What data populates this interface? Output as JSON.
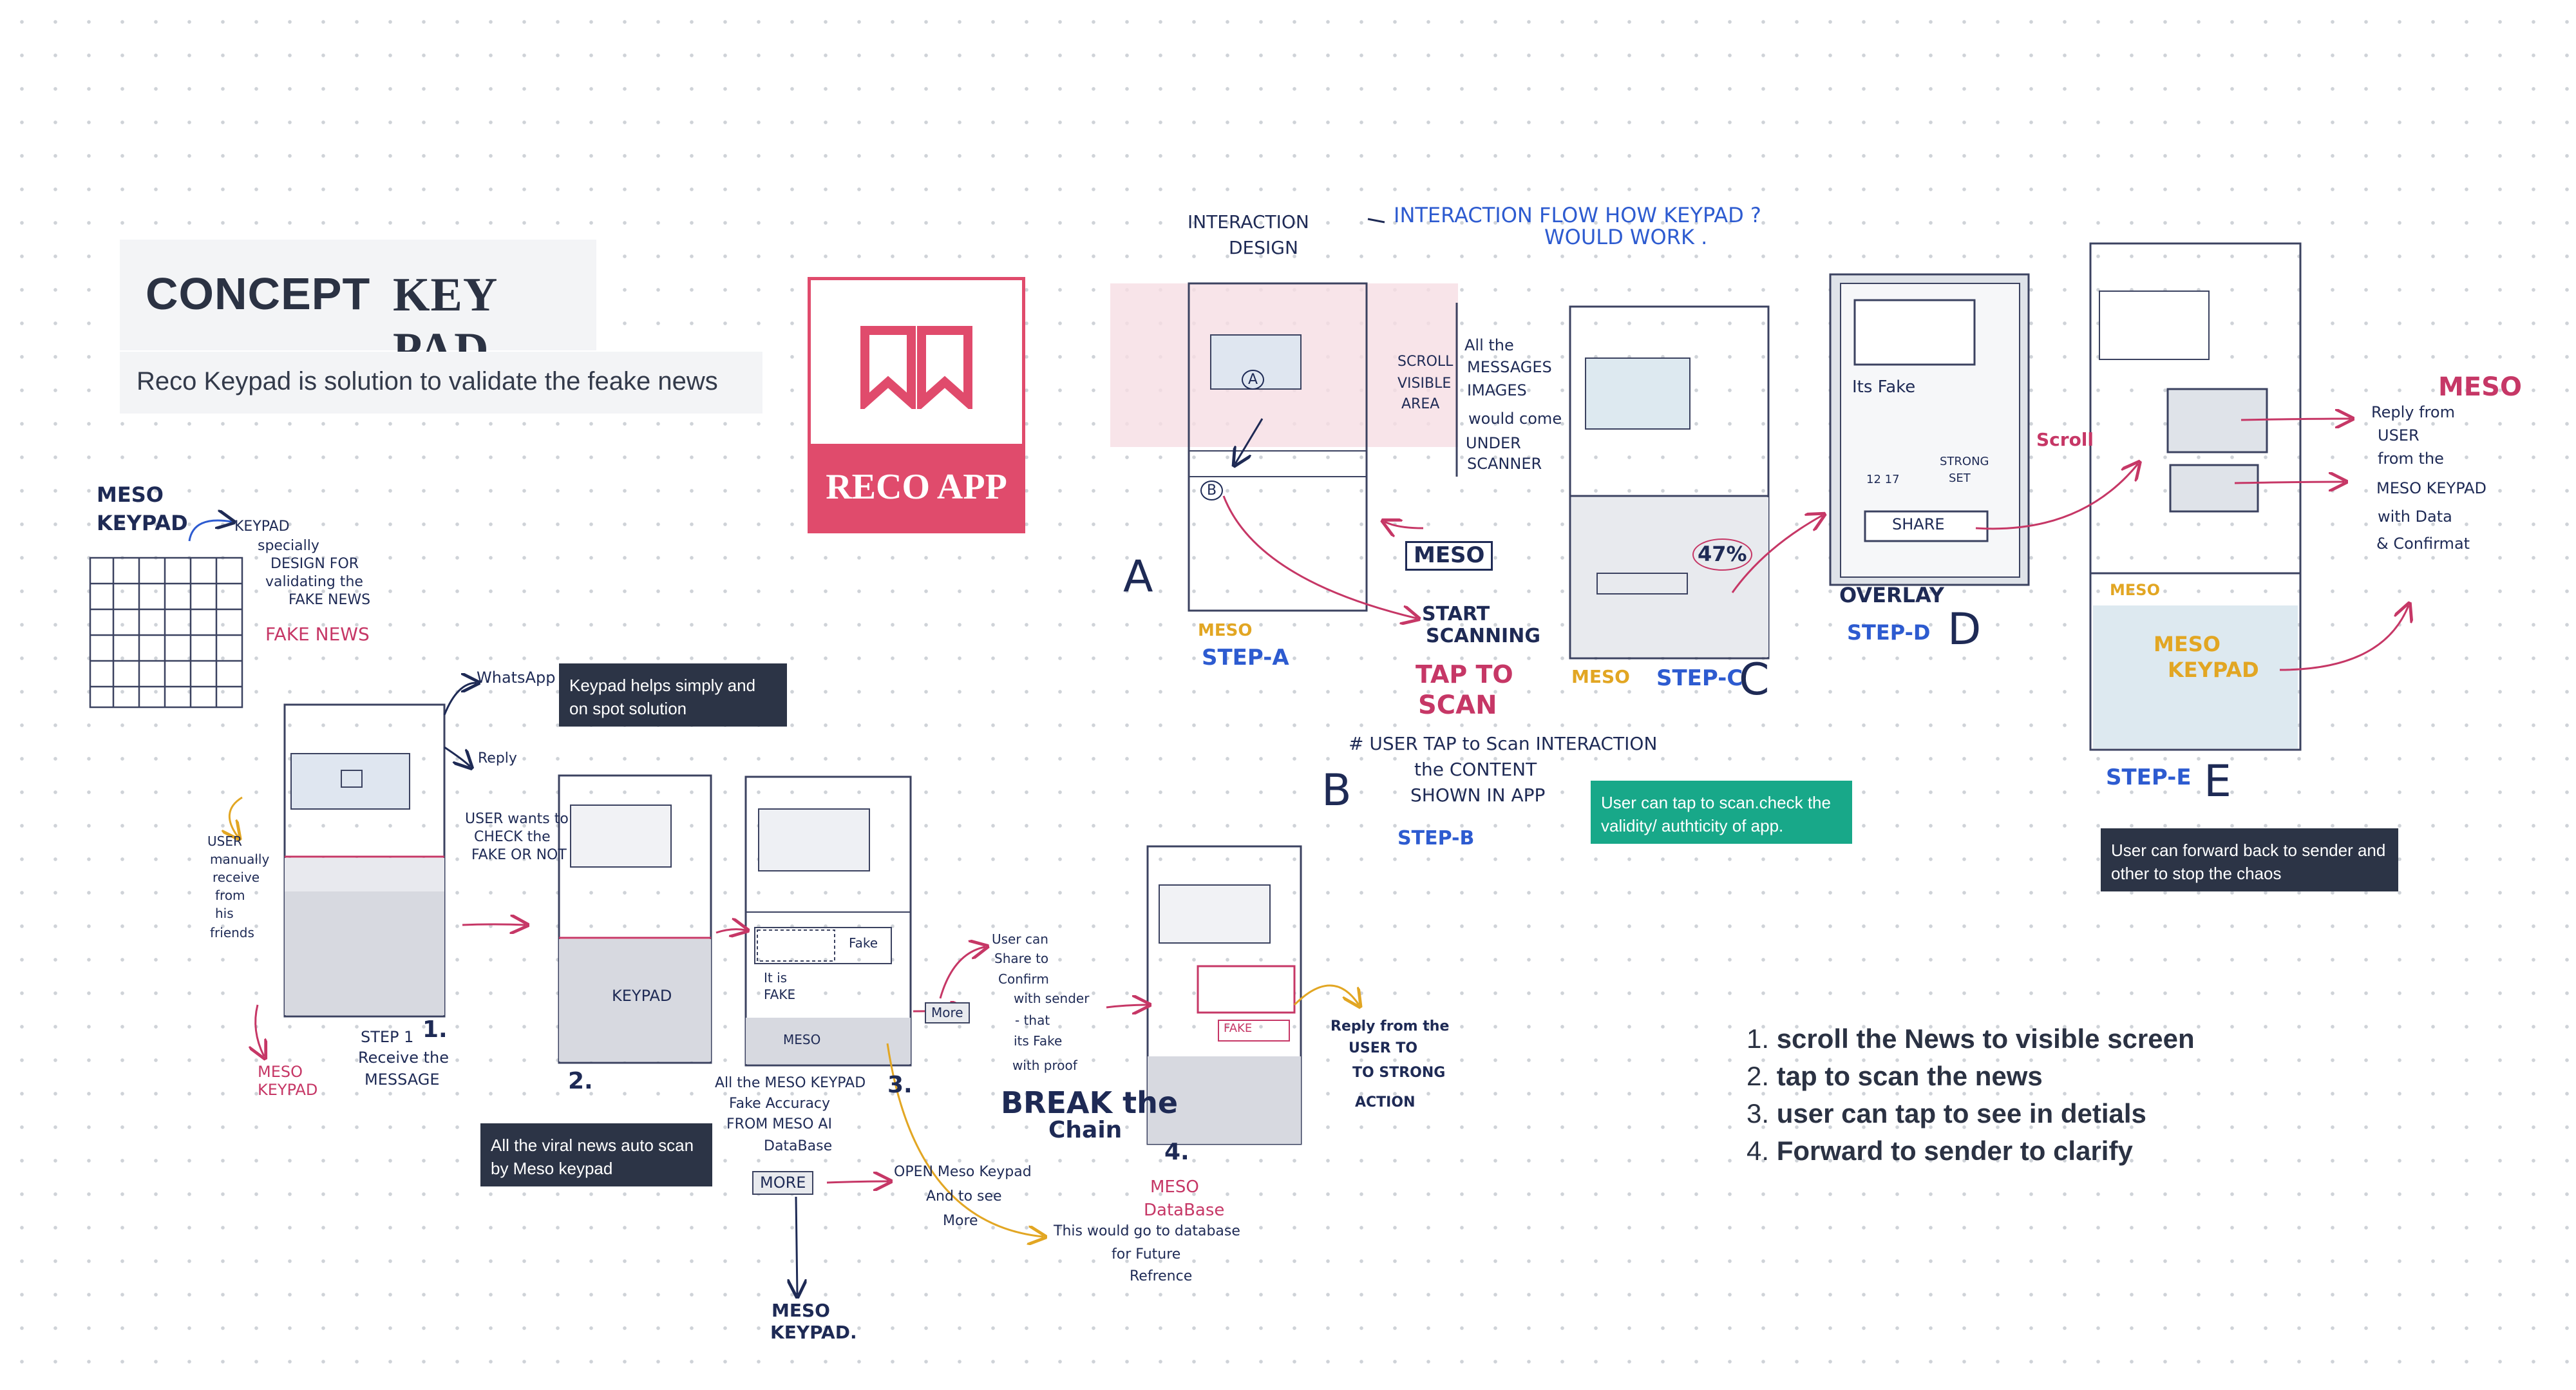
{
  "header": {
    "concept": "CONCEPT",
    "keypad": "KEY PAD",
    "subtitle": "Reco Keypad is solution to validate the feake news"
  },
  "logo": {
    "label": "RECO APP",
    "color": "#e04b6c"
  },
  "notes": {
    "keypad_helps": "Keypad helps simply and on spot solution",
    "viral_news": "All the viral news auto scan by Meso keypad",
    "tap_to_scan": "User can tap to scan.check the validity/ authticity of app.",
    "forward_back": "User can forward back to sender and other to stop the chaos"
  },
  "steps_list": [
    {
      "num": "1.",
      "text": "scroll the News to visible screen"
    },
    {
      "num": "2.",
      "text": "tap to scan the news"
    },
    {
      "num": "3.",
      "text": "user can tap to see in detials"
    },
    {
      "num": "4.",
      "text": "Forward to sender to clarify"
    }
  ],
  "handwriting": {
    "meso_keypad_title": [
      "MESO",
      "KEYPAD"
    ],
    "keypad_desc": [
      "KEYPAD",
      "specially",
      "DESIGN FOR",
      "validating the",
      "FAKE NEWS"
    ],
    "fake_news": "FAKE NEWS",
    "whatsapp": "WhatsApp",
    "reply": "Reply",
    "user_manually": [
      "USER",
      "manually",
      "receive",
      "from",
      "his",
      "friends"
    ],
    "user_wants": [
      "USER wants to",
      "CHECK the",
      "FAKE OR NOT"
    ],
    "meso_keypad_left": [
      "MESO",
      "KEYPAD"
    ],
    "step1": [
      "STEP 1",
      "Receive the",
      "MESSAGE"
    ],
    "num1": "1.",
    "num2": "2.",
    "num3": "3.",
    "num4": "4.",
    "keypad_label": "KEYPAD",
    "fake_tag": "Fake",
    "its_fake": [
      "It is",
      "FAKE"
    ],
    "meso_tag": "MESO",
    "more_btn": "More",
    "more_btn2": "MORE",
    "all_meso": [
      "All the MESO KEYPAD",
      "Fake Accuracy",
      "FROM MESO AI",
      "DataBase"
    ],
    "meso_keypad_bottom": [
      "MESO",
      "KEYPAD."
    ],
    "open_meso": [
      "OPEN Meso Keypad",
      "And to see",
      "More"
    ],
    "share_info": [
      "User can",
      "Share to",
      "Confirm",
      "with sender",
      "- that",
      "its Fake",
      "with proof"
    ],
    "break_chain": [
      "BREAK the",
      "Chain"
    ],
    "fake_in_card": "FAKE",
    "reply_from_user": [
      "Reply from the",
      "USER TO",
      "TO STRONG",
      "ACTION"
    ],
    "meso_database": [
      "MESO",
      "DataBase"
    ],
    "future_ref": [
      "This would go to database",
      "for Future",
      "Refrence"
    ],
    "interaction_design": [
      "INTERACTION",
      "DESIGN"
    ],
    "interaction_flow": [
      "INTERACTION FLOW  HOW KEYPAD ?",
      "WOULD WORK ."
    ],
    "scroll_visible": [
      "SCROLL",
      "VISIBLE",
      "AREA"
    ],
    "all_messages": [
      "All the",
      "MESSAGES",
      "IMAGES",
      "would come",
      "UNDER",
      "SCANNER"
    ],
    "meso_box": "MESO",
    "start_scanning": [
      "START",
      "SCANNING"
    ],
    "tap_to_scan": [
      "TAP TO",
      "SCAN"
    ],
    "letter_A": "A",
    "letter_B": "B",
    "letter_C": "C",
    "letter_D": "D",
    "letter_E": "E",
    "circle_A": "A",
    "circle_B": "B",
    "meso_step_a": [
      "MESO",
      "STEP-A"
    ],
    "user_tap": [
      "#  USER TAP to Scan  INTERACTION",
      "the CONTENT",
      "SHOWN IN APP"
    ],
    "step_b": "STEP-B",
    "meso_step_c": "MESO",
    "step_c": "STEP-C",
    "percent": "47%",
    "its_fake_d": "Its Fake",
    "share_btn": "SHARE",
    "scroll": "Scroll",
    "overlay": "OVERLAY",
    "step_d": "STEP-D",
    "counts": [
      "12  17",
      "STRONG",
      "SET"
    ],
    "meso_e": "MESO",
    "reply_from_meso": [
      "Reply from",
      "USER",
      "from the",
      "MESO KEYPAD",
      "with Data",
      "& Confirmat"
    ],
    "meso_keypad_e": [
      "MESO",
      "KEYPAD"
    ],
    "step_e": "STEP-E"
  }
}
